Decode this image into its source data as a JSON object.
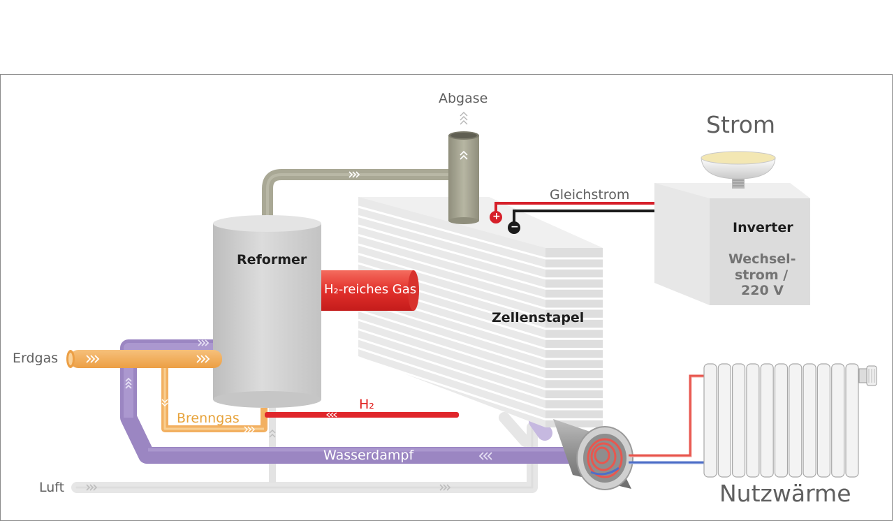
{
  "labels": {
    "abgase": "Abgase",
    "strom": "Strom",
    "gleichstrom": "Gleichstrom",
    "inverter": "Inverter",
    "wechselstrom_1": "Wechsel-",
    "wechselstrom_2": "strom /",
    "wechselstrom_3": "220 V",
    "reformer": "Reformer",
    "h2_reiches_gas": "H₂-reiches Gas",
    "zellenstapel": "Zellenstapel",
    "erdgas": "Erdgas",
    "brenngas": "Brenngas",
    "h2": "H₂",
    "wasserdampf": "Wasserdampf",
    "luft": "Luft",
    "nutzwaerme": "Nutzwärme"
  },
  "icons": {
    "plus": "+",
    "minus": "−"
  },
  "colors": {
    "exhaust_pipe": "#a7a692",
    "natural_gas": "#f2b061",
    "steam": "#9b86c2",
    "hydrogen": "#e0262b",
    "air": "#dcdcdc",
    "heat_flow": "#e8574f",
    "heat_return": "#4f6fc8"
  }
}
